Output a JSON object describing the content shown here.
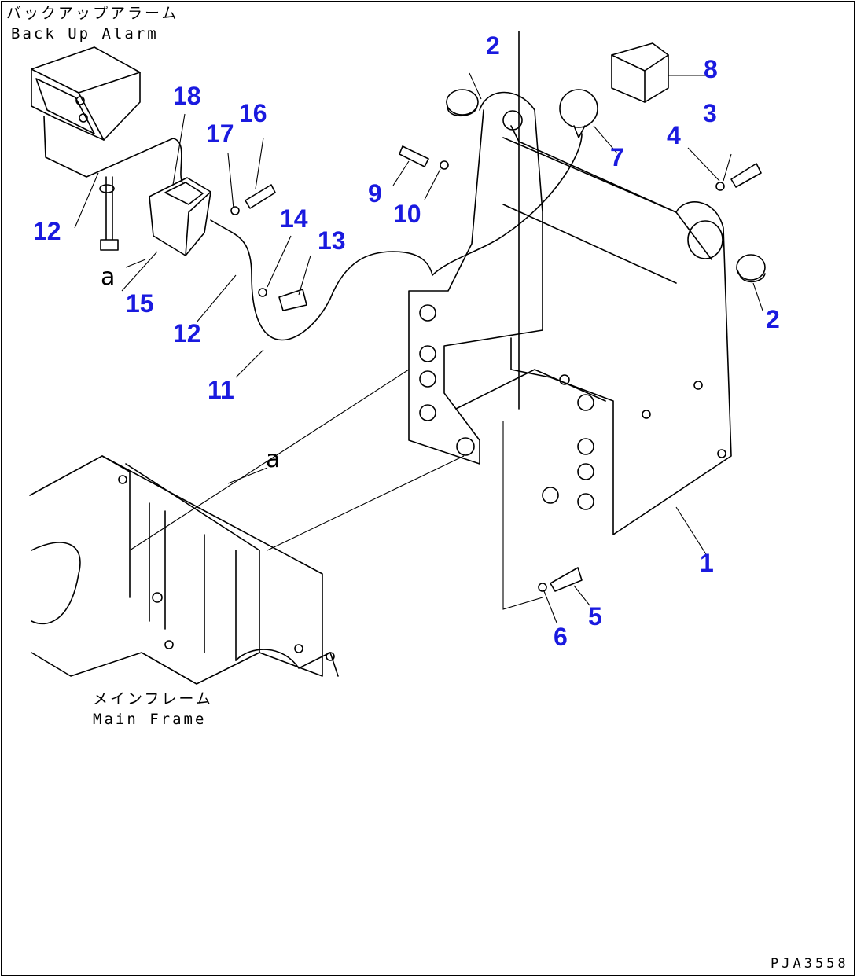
{
  "labels": {
    "backup_alarm_jp": "バックアップアラーム",
    "backup_alarm_en": "Back Up Alarm",
    "main_frame_jp": "メインフレーム",
    "main_frame_en": "Main Frame",
    "ref_a": "a",
    "drawing_code": "PJA3558"
  },
  "parts": [
    "1",
    "2",
    "2",
    "3",
    "4",
    "5",
    "6",
    "7",
    "8",
    "9",
    "10",
    "11",
    "12",
    "12",
    "13",
    "14",
    "15",
    "16",
    "17",
    "18"
  ],
  "colors": {
    "callout": "#1a1adf",
    "line": "#000000"
  }
}
